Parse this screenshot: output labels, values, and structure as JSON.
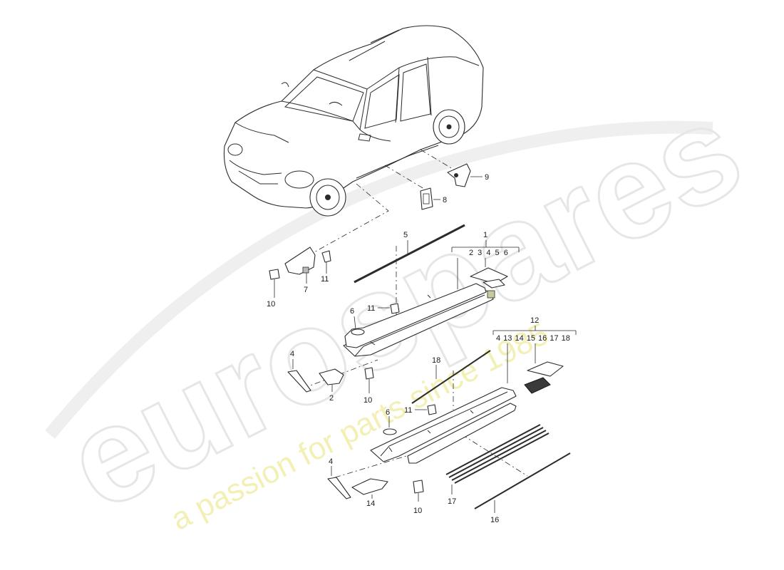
{
  "watermark": {
    "brand": "eurospares",
    "tagline": "a passion for parts since 1985"
  },
  "callouts": {
    "c1": "1",
    "c1_sub": "2 3 4 5 6",
    "c2": "2",
    "c4a": "4",
    "c4b": "4",
    "c5": "5",
    "c6a": "6",
    "c6b": "6",
    "c7": "7",
    "c8": "8",
    "c9": "9",
    "c10a": "10",
    "c10b": "10",
    "c10c": "10",
    "c11a": "11",
    "c11b": "11",
    "c11c": "11",
    "c12": "12",
    "c12_sub": "4 13 14 15 16 17 18",
    "c14": "14",
    "c16": "16",
    "c17": "17",
    "c18": "18"
  }
}
